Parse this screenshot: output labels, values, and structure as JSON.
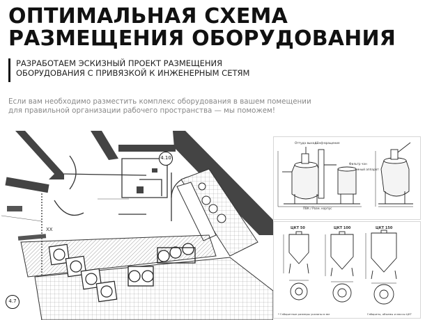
{
  "header": {
    "title_line1": "ОПТИМАЛЬНАЯ СХЕМА",
    "title_line2": "РАЗМЕЩЕНИЯ ОБОРУДОВАНИЯ"
  },
  "subheader": {
    "line1": "РАЗРАБОТАЕМ ЭСКИЗНЫЙ ПРОЕКТ РАЗМЕЩЕНИЯ",
    "line2": "ОБОРУДОВАНИЯ С ПРИВЯЗКОЙ К ИНЖЕНЕРНЫМ СЕТЯМ"
  },
  "intro": {
    "line1": "Если вам необходимо разместить комплекс оборудования в вашем помещении",
    "line2": "для правильной организации рабочего пространства — мы поможем!"
  },
  "floorplan": {
    "badge_top": "4.10",
    "badge_bottom": "4.7",
    "room_label": "XX"
  },
  "equipment_drawing": {
    "label_left": "Оттуда выход",
    "label_mid": "Шнф-вращение",
    "label_right1": "Фильтр чан",
    "label_right2": "Приемный аппарат",
    "label_bottom": "ПВК / Разм. корпус"
  },
  "tank_drawing": {
    "tank1": "ЦКТ 50",
    "tank2": "ЦКТ 100",
    "tank3": "ЦКТ 150",
    "footnote_left": "* Габаритные размеры указаны в мм",
    "footnote_right": "Габариты, объемы и массы ЦКТ"
  }
}
